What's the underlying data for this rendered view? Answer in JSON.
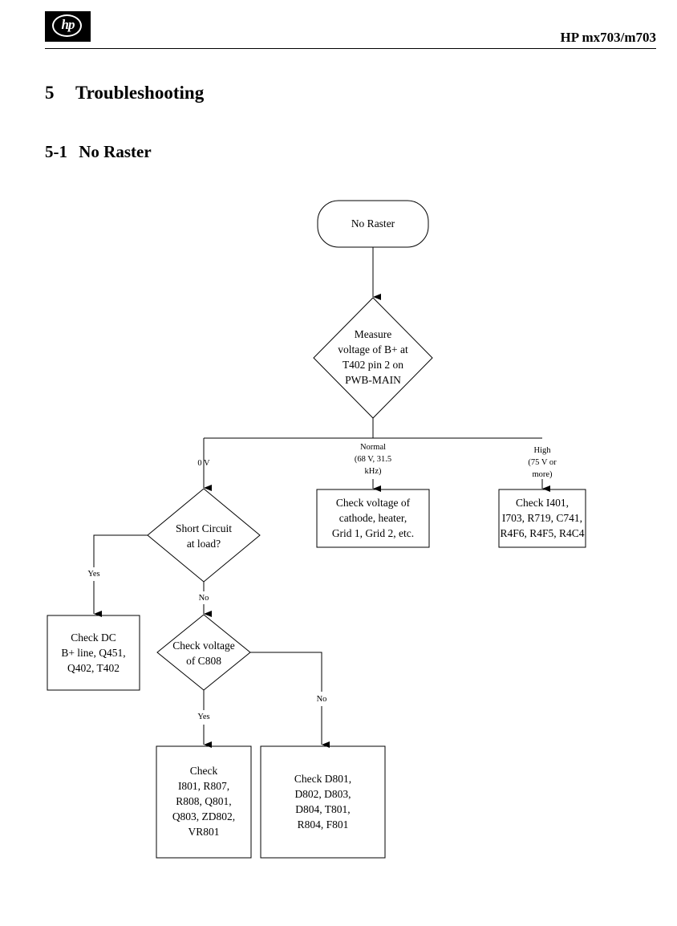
{
  "header": {
    "logo_text": "hp",
    "model": "HP mx703/m703"
  },
  "section": {
    "number": "5",
    "title": "Troubleshooting"
  },
  "subsection": {
    "number": "5-1",
    "title": "No Raster"
  },
  "flowchart": {
    "start": "No Raster",
    "measure": [
      "Measure",
      "voltage of B+ at",
      "T402 pin 2 on",
      "PWB-MAIN"
    ],
    "branch_0v": "0 V",
    "branch_normal": [
      "Normal",
      "(68 V, 31.5",
      "kHz)"
    ],
    "branch_high": [
      "High",
      "(75 V or",
      "more)"
    ],
    "normal_box": [
      "Check voltage of",
      "cathode, heater,",
      "Grid 1, Grid 2, etc."
    ],
    "high_box": [
      "Check I401,",
      "I703, R719, C741,",
      "R4F6, R4F5, R4C4"
    ],
    "short_circuit": [
      "Short Circuit",
      "at load?"
    ],
    "yes1": "Yes",
    "no1": "No",
    "dc_box": [
      "Check DC",
      "B+ line, Q451,",
      "Q402, T402"
    ],
    "c808": [
      "Check voltage",
      "of C808"
    ],
    "yes2": "Yes",
    "no2": "No",
    "yes_box": [
      "Check",
      "I801, R807,",
      "R808, Q801,",
      "Q803, ZD802,",
      "VR801"
    ],
    "no_box": [
      "Check D801,",
      "D802, D803,",
      "D804, T801,",
      "R804, F801"
    ]
  }
}
